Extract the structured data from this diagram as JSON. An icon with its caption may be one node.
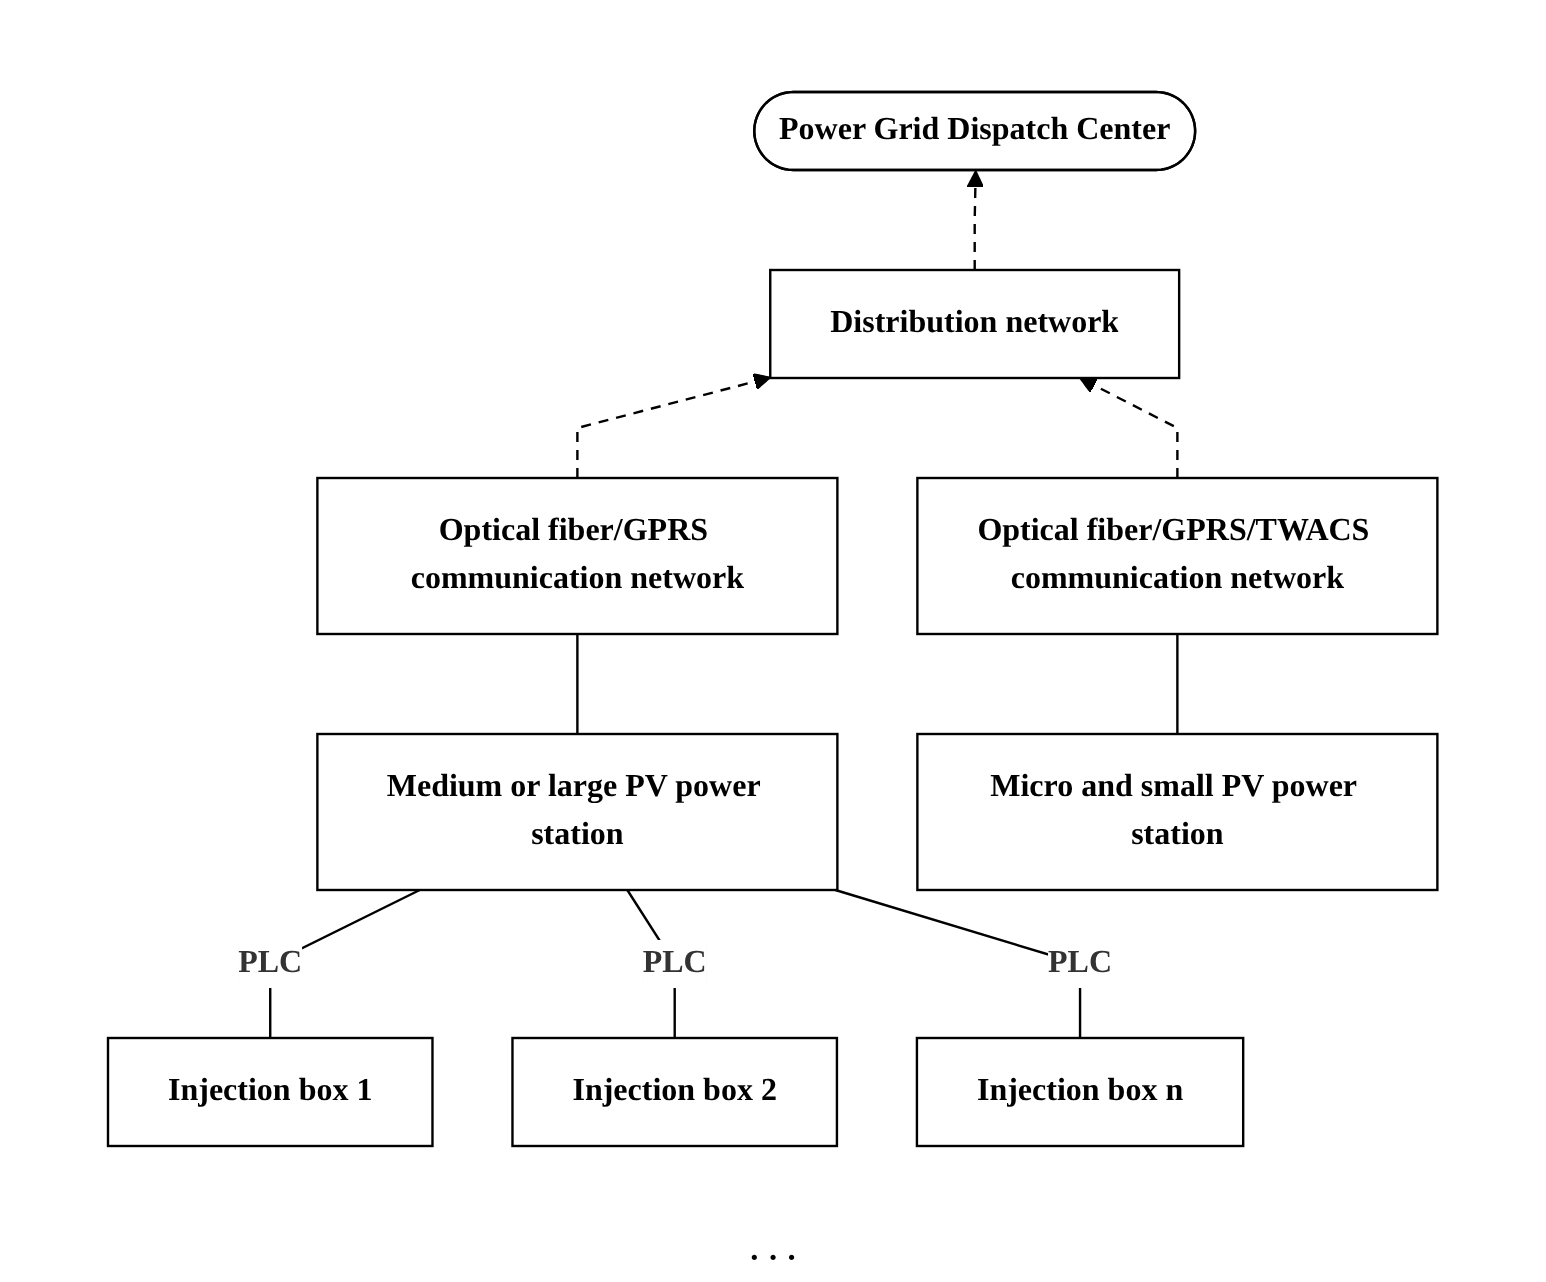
{
  "diagram": {
    "nodes": [
      {
        "text": [
          "Power Grid Dispatch Center"
        ]
      },
      {
        "text": [
          "Distribution network"
        ]
      },
      {
        "text": [
          "Optical fiber/GPRS communication network"
        ]
      },
      {
        "text": [
          "Optical fiber/GPRS/TWACS communication network"
        ]
      },
      {
        "text": [
          "Medium or large PV power station"
        ]
      },
      {
        "text": [
          "Micro and small PV power station"
        ]
      },
      {
        "text": [
          "Injection box 1"
        ]
      },
      {
        "text": [
          "Injection box 2"
        ]
      },
      {
        "text": [
          "Injection box n"
        ]
      }
    ],
    "edges": [
      {
        "from": 1,
        "to": 0,
        "arrow": "to",
        "style": "dashed"
      },
      {
        "from": 2,
        "to": 1,
        "arrow": "to",
        "style": "dashed"
      },
      {
        "from": 3,
        "to": 1,
        "arrow": "to",
        "style": "dashed"
      },
      {
        "from": 2,
        "to": 4,
        "arrow": "none"
      },
      {
        "from": 3,
        "to": 5,
        "arrow": "none"
      },
      {
        "from": 4,
        "to": 6,
        "arrow": "none",
        "label": "PLC"
      },
      {
        "from": 4,
        "to": 7,
        "arrow": "none",
        "label": "PLC"
      },
      {
        "from": 4,
        "to": 8,
        "arrow": "none",
        "label": "PLC"
      }
    ],
    "labels": [
      "· · ·"
    ]
  }
}
